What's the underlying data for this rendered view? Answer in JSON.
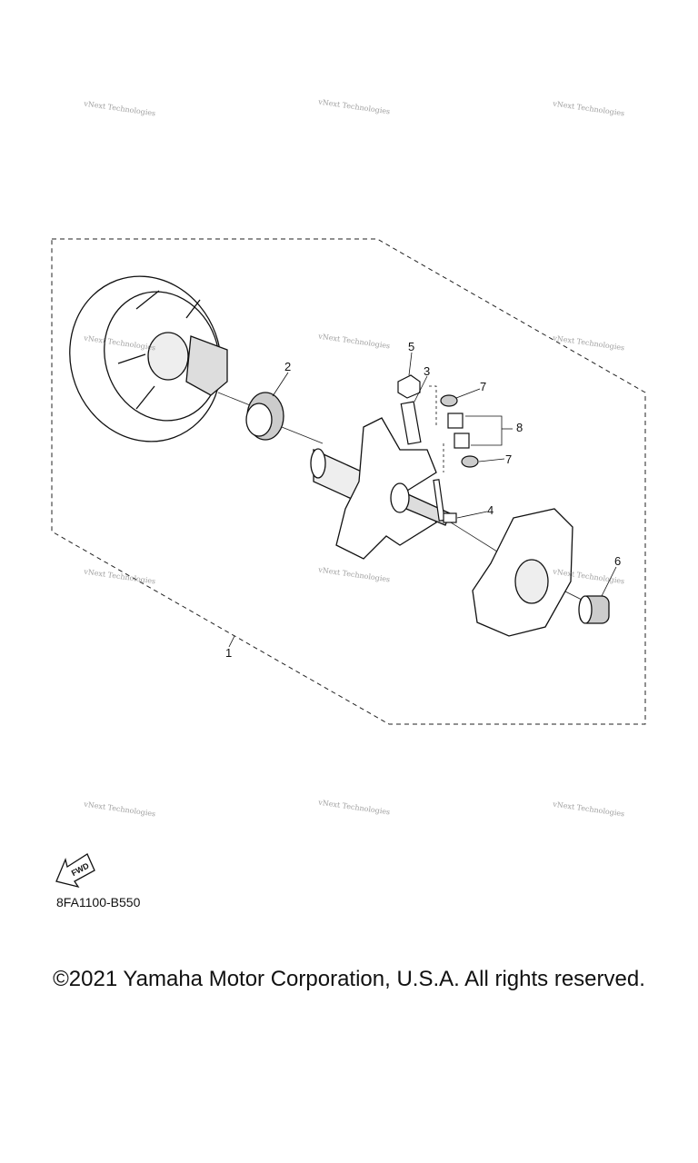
{
  "watermark_text": "vNext Technologies",
  "callouts": [
    "1",
    "2",
    "3",
    "4",
    "5",
    "6",
    "7",
    "7",
    "8"
  ],
  "fwd_label": "FWD",
  "diagram_code": "8FA1100-B550",
  "copyright": "©2021 Yamaha Motor Corporation, U.S.A. All rights reserved."
}
